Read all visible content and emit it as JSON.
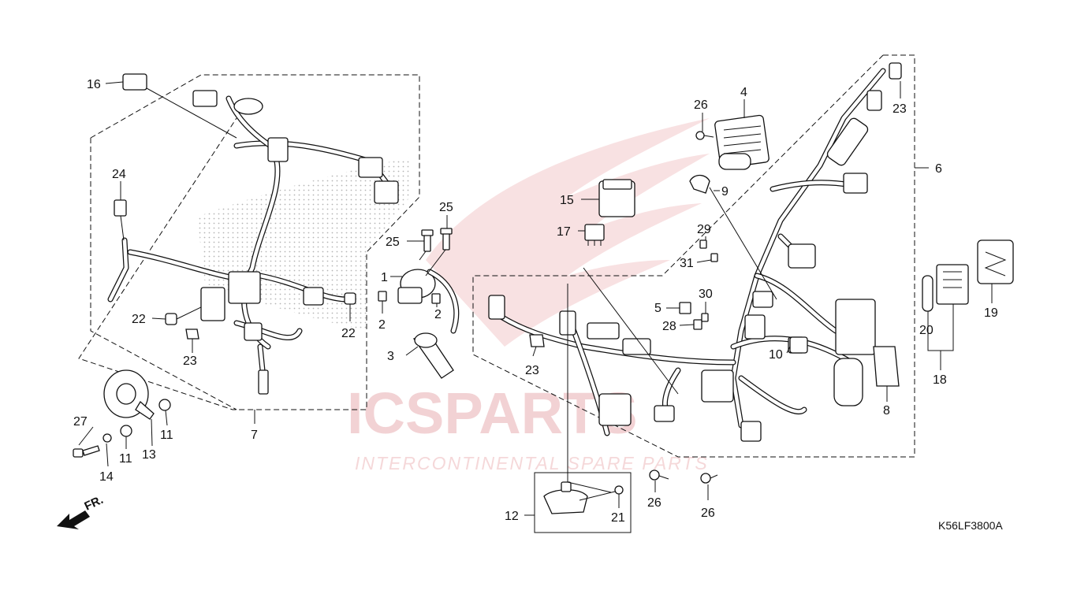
{
  "diagram_code": "K56LF3800A",
  "watermark": {
    "brand": "ICSPARTS",
    "tagline": "INTERCONTINENTAL SPARE PARTS",
    "color": "#e7a7ab"
  },
  "direction_marker": {
    "label": "FR.",
    "icon": "arrow-left-down-icon"
  },
  "callouts": [
    "1",
    "2",
    "2",
    "3",
    "4",
    "5",
    "6",
    "7",
    "8",
    "9",
    "10",
    "11",
    "11",
    "12",
    "13",
    "14",
    "15",
    "16",
    "17",
    "18",
    "19",
    "20",
    "21",
    "22",
    "22",
    "23",
    "23",
    "23",
    "24",
    "25",
    "25",
    "26",
    "26",
    "26",
    "27",
    "28",
    "29",
    "30",
    "31"
  ]
}
